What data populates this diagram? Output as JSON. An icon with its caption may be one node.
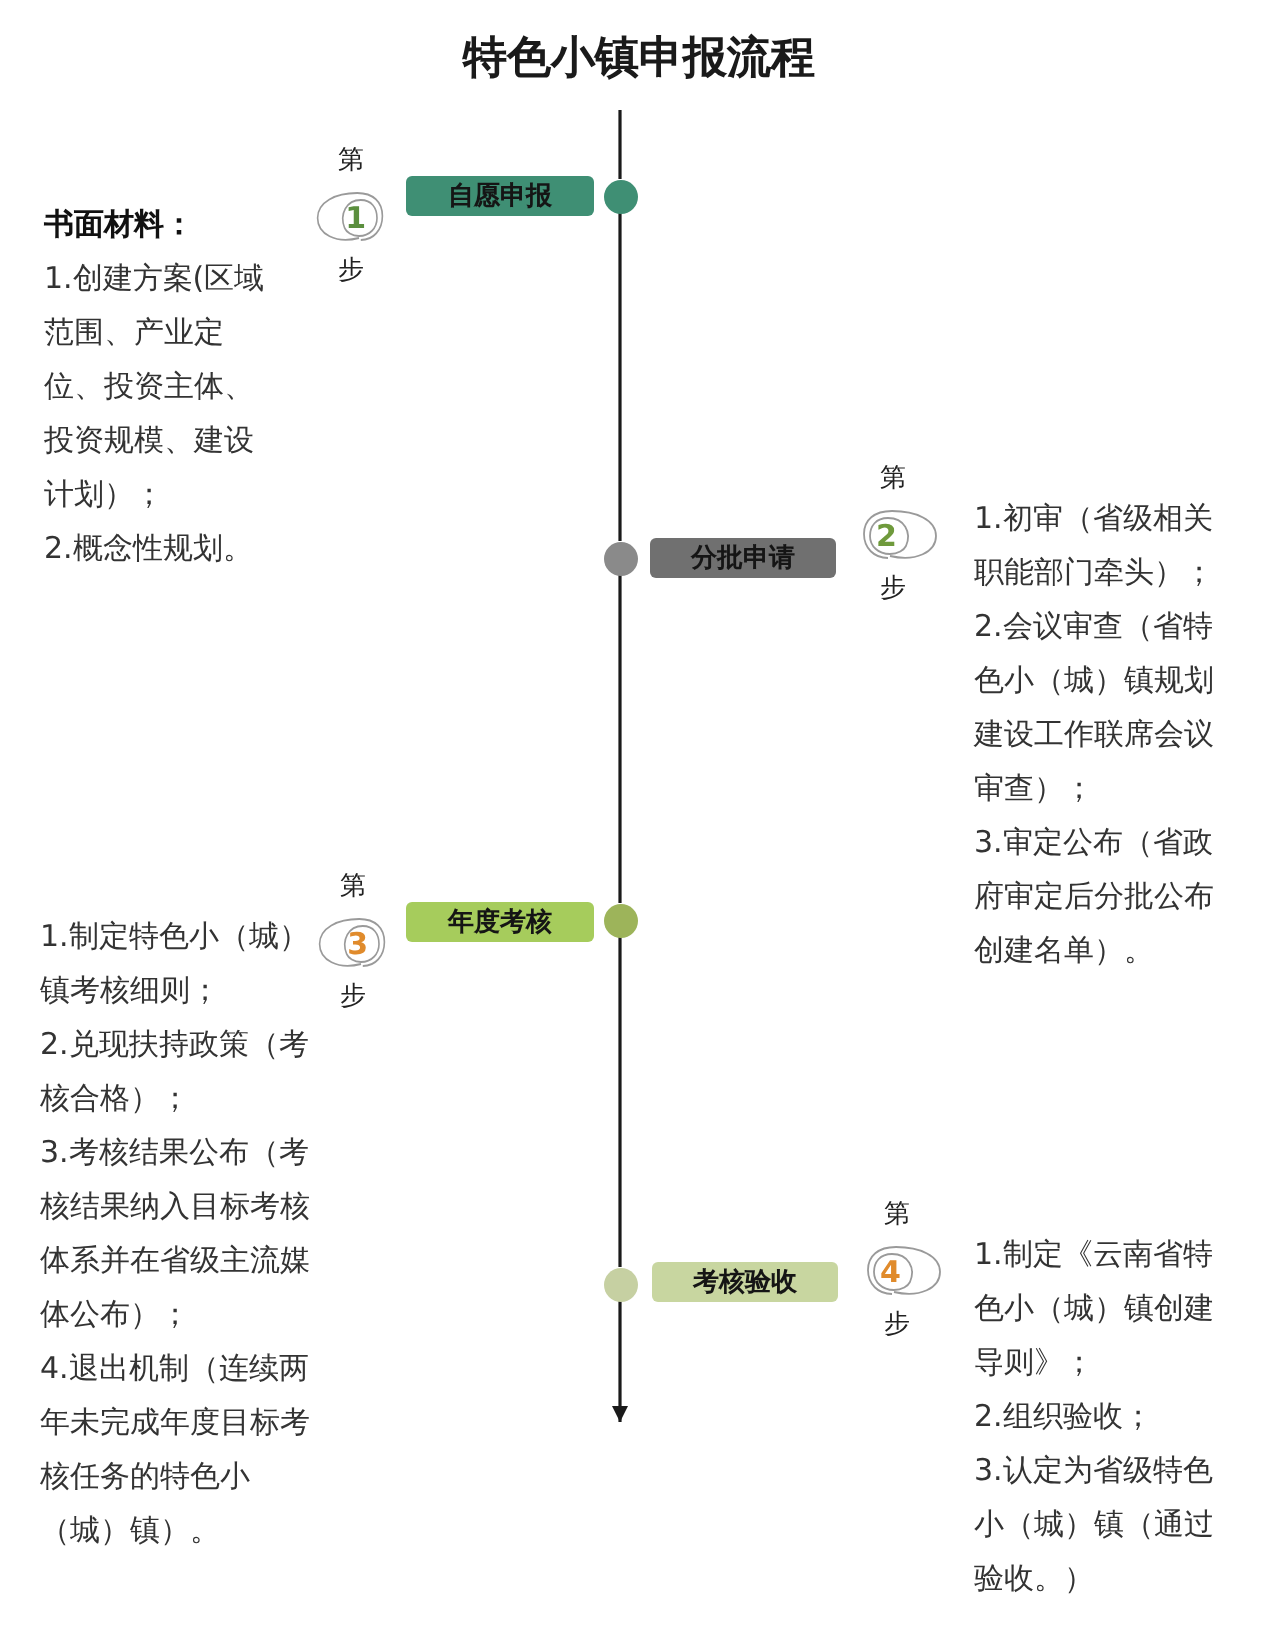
{
  "diagram": {
    "title": "特色小镇申报流程",
    "nodes": [
      {
        "text": [
          "1"
        ],
        "beside": [
          "第",
          "步"
        ]
      },
      {
        "text": [
          "自愿申报"
        ],
        "beside": [
          "书面材料：",
          "1.创建方案(区域范围、产业定位、投资主体、投资规模、建设计划）；",
          "2.概念性规划。"
        ]
      },
      {
        "text": [],
        "shape": "circle"
      },
      {
        "text": [],
        "shape": "circle"
      },
      {
        "text": [
          "分批申请"
        ],
        "beside": [
          "1.初审（省级相关职能部门牵头）；",
          "2.会议审查（省特色小（城）镇规划建设工作联席会议审查）；",
          "3.审定公布（省政府审定后分批公布创建名单）。"
        ]
      },
      {
        "text": [
          "2"
        ],
        "beside": [
          "第",
          "步"
        ]
      },
      {
        "text": [
          "3"
        ],
        "beside": [
          "第",
          "步"
        ]
      },
      {
        "text": [
          "年度考核"
        ],
        "beside": [
          "1.制定特色小（城）镇考核细则；",
          "2.兑现扶持政策（考核合格）；",
          "3.考核结果公布（考核结果纳入目标考核体系并在省级主流媒体公布）；",
          "4.退出机制（连续两年未完成年度目标考核任务的特色小（城）镇）。"
        ]
      },
      {
        "text": [],
        "shape": "circle"
      },
      {
        "text": [],
        "shape": "circle"
      },
      {
        "text": [
          "考核验收"
        ],
        "beside": [
          "1.制定《云南省特色小（城）镇创建导则》；",
          "2.组织验收；",
          "3.认定为省级特色小（城）镇（通过验收。）"
        ]
      },
      {
        "text": [
          "4"
        ],
        "beside": [
          "第",
          "步"
        ]
      }
    ],
    "edges": [
      {
        "from": null,
        "to": 2,
        "arrow": "none"
      },
      {
        "from": 2,
        "to": 3,
        "arrow": "none"
      },
      {
        "from": 3,
        "to": 8,
        "arrow": "none"
      },
      {
        "from": 8,
        "to": 9,
        "arrow": "none"
      },
      {
        "from": 9,
        "to": null,
        "arrow": "to"
      }
    ]
  }
}
